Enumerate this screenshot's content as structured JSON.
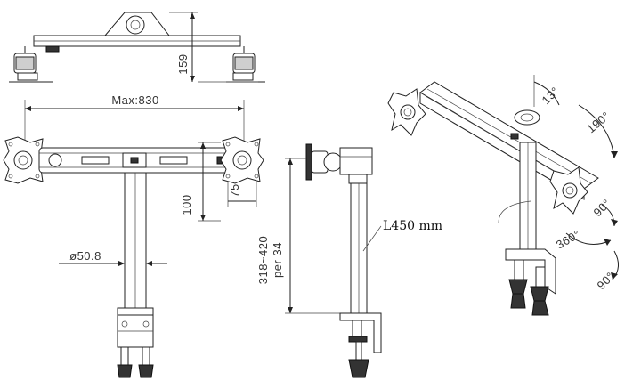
{
  "dimensions": {
    "height_top": "159",
    "max_width": "Max:830",
    "vesa": "75",
    "arm_height": "100",
    "pole_diameter": "ø50.8",
    "pole_range_line1": "318~420",
    "pole_range_line2": "per 34",
    "pole_length": "L450 mm"
  },
  "rotations": {
    "tilt": "13°",
    "swing": "190°",
    "pivot_a": "90°",
    "rotate": "360°",
    "pivot_b": "90°"
  }
}
